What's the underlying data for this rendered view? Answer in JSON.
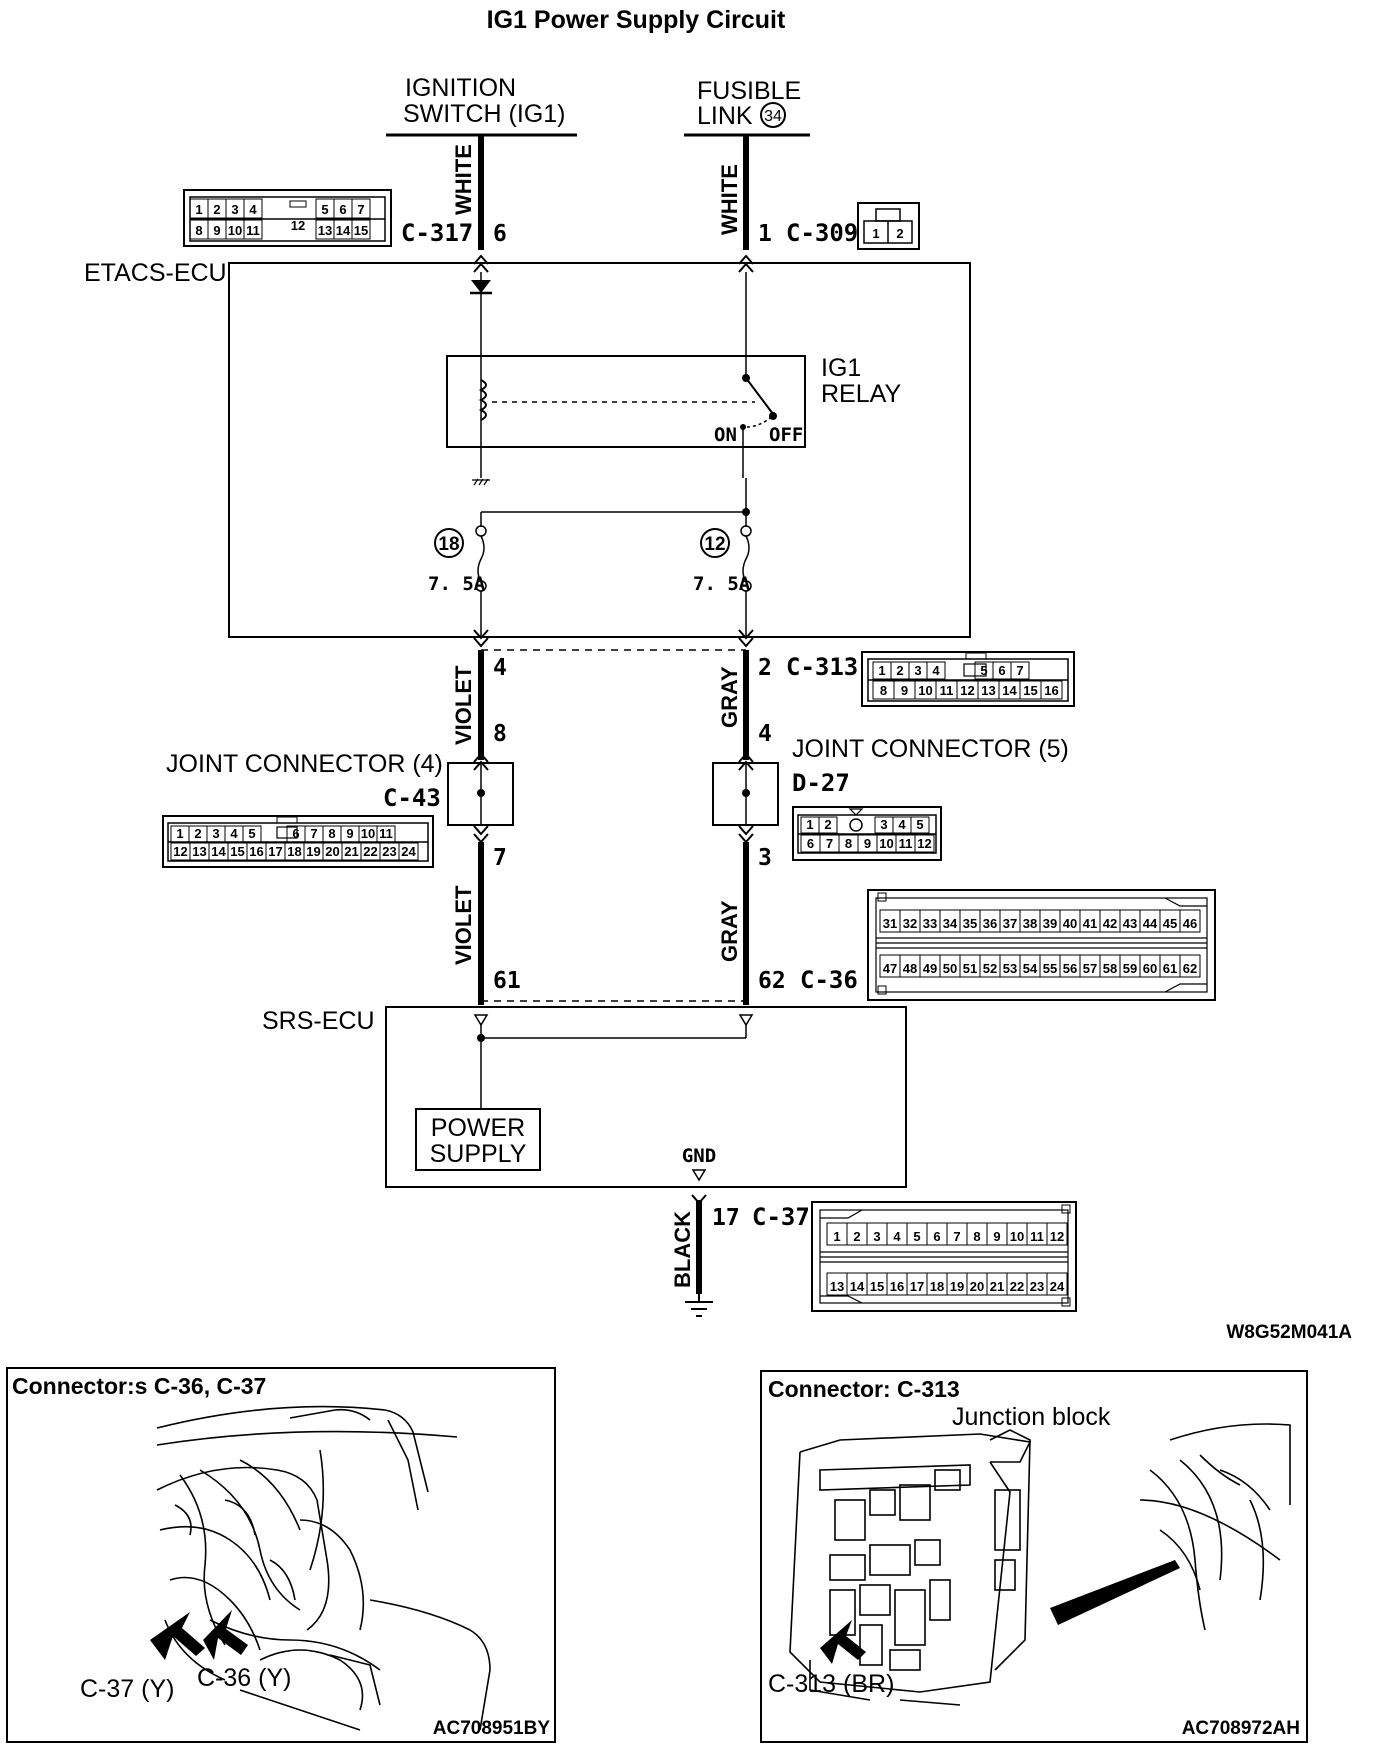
{
  "title": "IG1 Power Supply Circuit",
  "labels": {
    "ign_line1": "IGNITION",
    "ign_line2": "SWITCH (IG1)",
    "fus_line1": "FUSIBLE",
    "fus_line2": "LINK",
    "fus_num": "34",
    "etacs": "ETACS-ECU",
    "relay_line1": "IG1",
    "relay_line2": "RELAY",
    "relay_on": "ON",
    "relay_off": "OFF",
    "fuse_left_num": "18",
    "fuse_right_num": "12",
    "fuse_left_rating": "7. 5A",
    "fuse_right_rating": "7. 5A",
    "jc4": "JOINT CONNECTOR (4)",
    "jc5": "JOINT CONNECTOR (5)",
    "srs": "SRS-ECU",
    "power_line1": "POWER",
    "power_line2": "SUPPLY",
    "gnd": "GND",
    "ref_code": "W8G52M041A"
  },
  "wires": {
    "left_top": "WHITE",
    "right_top": "WHITE",
    "left_mid": "VIOLET",
    "right_mid": "GRAY",
    "left_low": "VIOLET",
    "right_low": "GRAY",
    "ground": "BLACK"
  },
  "pins": {
    "c317": "6",
    "c309": "1",
    "c313_left": "4",
    "c313_right": "2",
    "c43_top": "8",
    "d27_top": "4",
    "c43_bot": "7",
    "d27_bot": "3",
    "c36_left": "61",
    "c36_right": "62",
    "c37": "17"
  },
  "connectors": {
    "c317": "C-317",
    "c309": "C-309",
    "c313": "C-313",
    "c43": "C-43",
    "d27": "D-27",
    "c36": "C-36",
    "c37": "C-37"
  },
  "connector_cells": {
    "c317_top": [
      "1",
      "2",
      "3",
      "4",
      "5",
      "6",
      "7"
    ],
    "c317_bot": [
      "8",
      "9",
      "10",
      "11",
      "13",
      "14",
      "15"
    ],
    "c317_mid": "12",
    "c309": [
      "1",
      "2"
    ],
    "c313_top": [
      "1",
      "2",
      "3",
      "4",
      "5",
      "6",
      "7"
    ],
    "c313_bot": [
      "8",
      "9",
      "10",
      "11",
      "12",
      "13",
      "14",
      "15",
      "16"
    ],
    "c43_top": [
      "1",
      "2",
      "3",
      "4",
      "5",
      "6",
      "7",
      "8",
      "9",
      "10",
      "11"
    ],
    "c43_bot": [
      "12",
      "13",
      "14",
      "15",
      "16",
      "17",
      "18",
      "19",
      "20",
      "21",
      "22",
      "23",
      "24"
    ],
    "d27_top": [
      "1",
      "2",
      "3",
      "4",
      "5"
    ],
    "d27_bot": [
      "6",
      "7",
      "8",
      "9",
      "10",
      "11",
      "12"
    ],
    "c36_top": [
      "31",
      "32",
      "33",
      "34",
      "35",
      "36",
      "37",
      "38",
      "39",
      "40",
      "41",
      "42",
      "43",
      "44",
      "45",
      "46"
    ],
    "c36_bot": [
      "47",
      "48",
      "49",
      "50",
      "51",
      "52",
      "53",
      "54",
      "55",
      "56",
      "57",
      "58",
      "59",
      "60",
      "61",
      "62"
    ],
    "c37_top": [
      "1",
      "2",
      "3",
      "4",
      "5",
      "6",
      "7",
      "8",
      "9",
      "10",
      "11",
      "12"
    ],
    "c37_bot": [
      "13",
      "14",
      "15",
      "16",
      "17",
      "18",
      "19",
      "20",
      "21",
      "22",
      "23",
      "24"
    ]
  },
  "insets": {
    "left": {
      "title": "Connector:s C-36, C-37",
      "callout1": "C-37 (Y)",
      "callout2": "C-36 (Y)",
      "code": "AC708951BY"
    },
    "right": {
      "title": "Connector: C-313",
      "subtitle": "Junction block",
      "callout": "C-313 (BR)",
      "code": "AC708972AH"
    }
  }
}
